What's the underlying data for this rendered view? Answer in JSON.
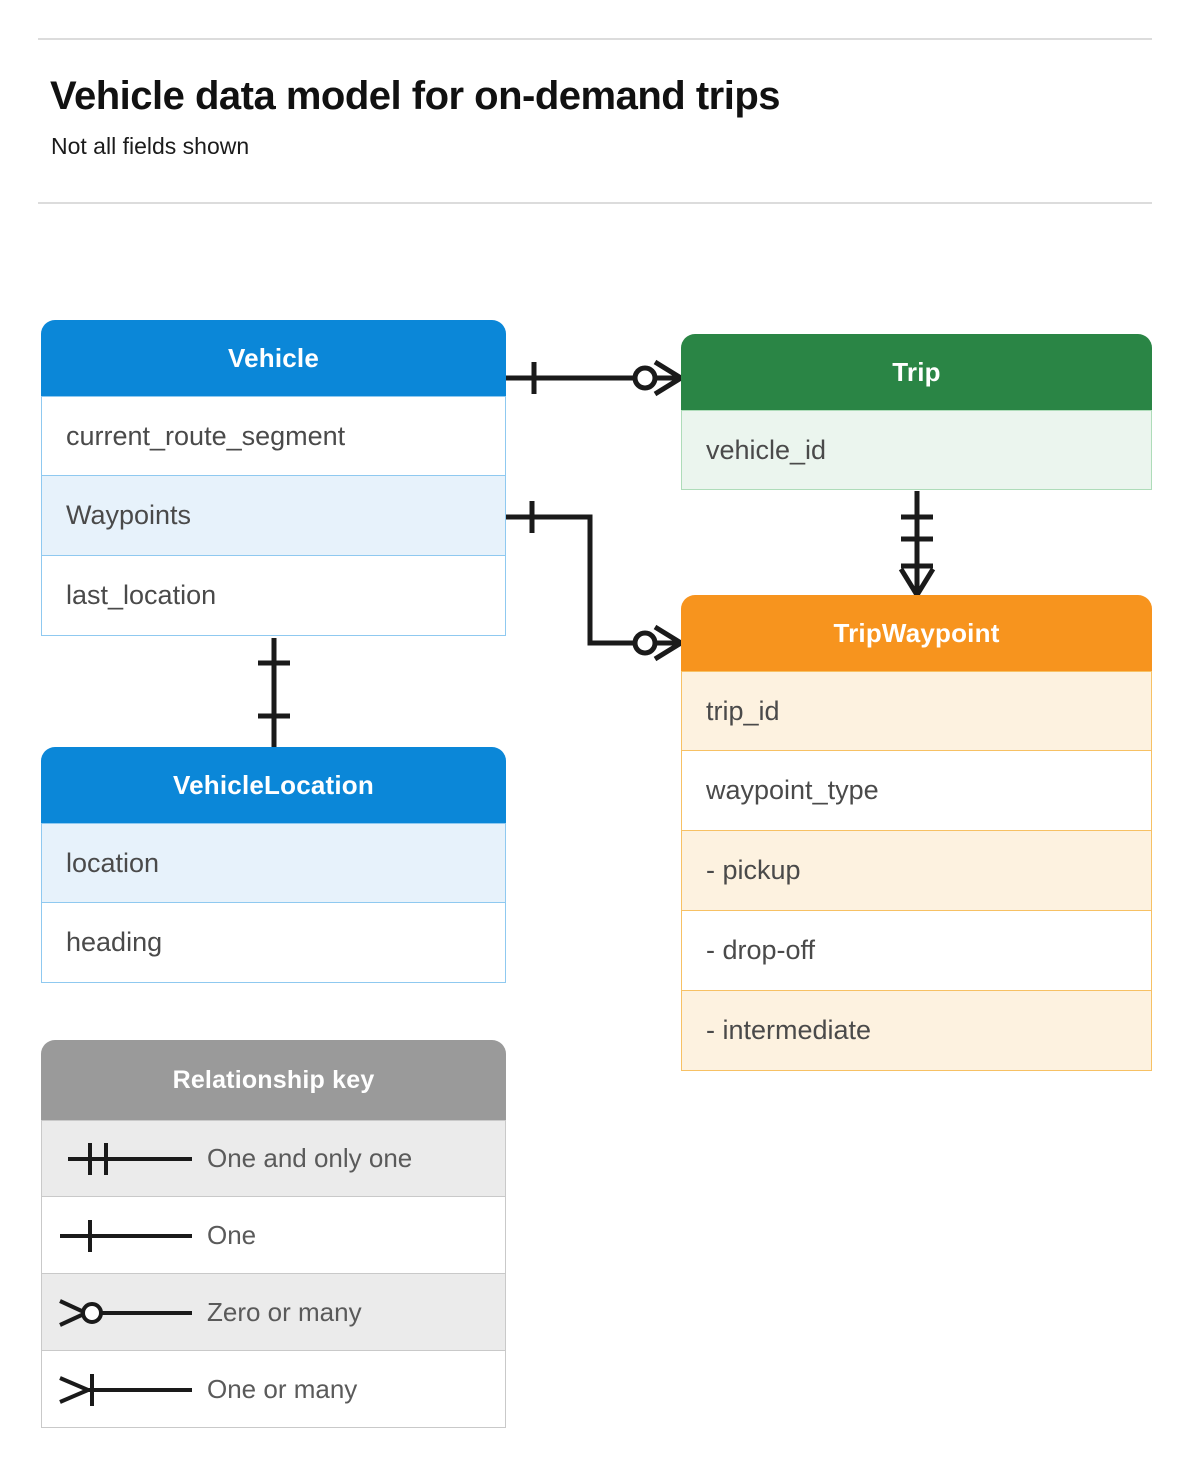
{
  "header": {
    "title": "Vehicle data model for on-demand trips",
    "subtitle": "Not all fields shown"
  },
  "colors": {
    "blue": "#0b87d8",
    "blue_tint": "#e7f2fb",
    "blue_border": "#8fc9f0",
    "green": "#2a8545",
    "green_tint": "#ebf5ee",
    "green_border": "#aedcb9",
    "orange": "#f7941e",
    "orange_tint": "#fdf2e0",
    "orange_border": "#f7c164",
    "gray": "#9a9a9a",
    "gray_tint": "#ebebeb",
    "line": "#1a1a1a",
    "rule": "#dcdcdc",
    "field_text": "#4a4a4a"
  },
  "entities": {
    "vehicle": {
      "title": "Vehicle",
      "fields": [
        {
          "label": "current_route_segment"
        },
        {
          "label": "Waypoints"
        },
        {
          "label": "last_location"
        }
      ]
    },
    "vehicle_location": {
      "title": "VehicleLocation",
      "fields": [
        {
          "label": "location"
        },
        {
          "label": "heading"
        }
      ]
    },
    "trip": {
      "title": "Trip",
      "fields": [
        {
          "label": "vehicle_id"
        }
      ]
    },
    "trip_waypoint": {
      "title": "TripWaypoint",
      "fields": [
        {
          "label": "trip_id"
        },
        {
          "label": "waypoint_type"
        },
        {
          "label": "-  pickup"
        },
        {
          "label": "-  drop-off"
        },
        {
          "label": "-  intermediate"
        }
      ]
    }
  },
  "legend": {
    "title": "Relationship key",
    "items": [
      {
        "label": "One and only one",
        "symbol": "one-and-only-one-symbol"
      },
      {
        "label": "One",
        "symbol": "one-symbol"
      },
      {
        "label": "Zero or many",
        "symbol": "zero-or-many-symbol"
      },
      {
        "label": "One or many",
        "symbol": "one-or-many-symbol"
      }
    ]
  },
  "relationships": [
    {
      "name": "vehicle-to-trip",
      "from": "Vehicle",
      "to": "Trip",
      "from_cardinality": "One",
      "to_cardinality": "Zero or many"
    },
    {
      "name": "vehicle-waypoints-to-tripwaypoint",
      "from": "Vehicle.Waypoints",
      "to": "TripWaypoint",
      "from_cardinality": "One",
      "to_cardinality": "Zero or many"
    },
    {
      "name": "trip-to-tripwaypoint",
      "from": "Trip",
      "to": "TripWaypoint",
      "from_cardinality": "One and only one",
      "to_cardinality": "One or many"
    },
    {
      "name": "vehicle-to-vehiclelocation",
      "from": "Vehicle",
      "to": "VehicleLocation",
      "from_cardinality": "One",
      "to_cardinality": "One"
    }
  ]
}
